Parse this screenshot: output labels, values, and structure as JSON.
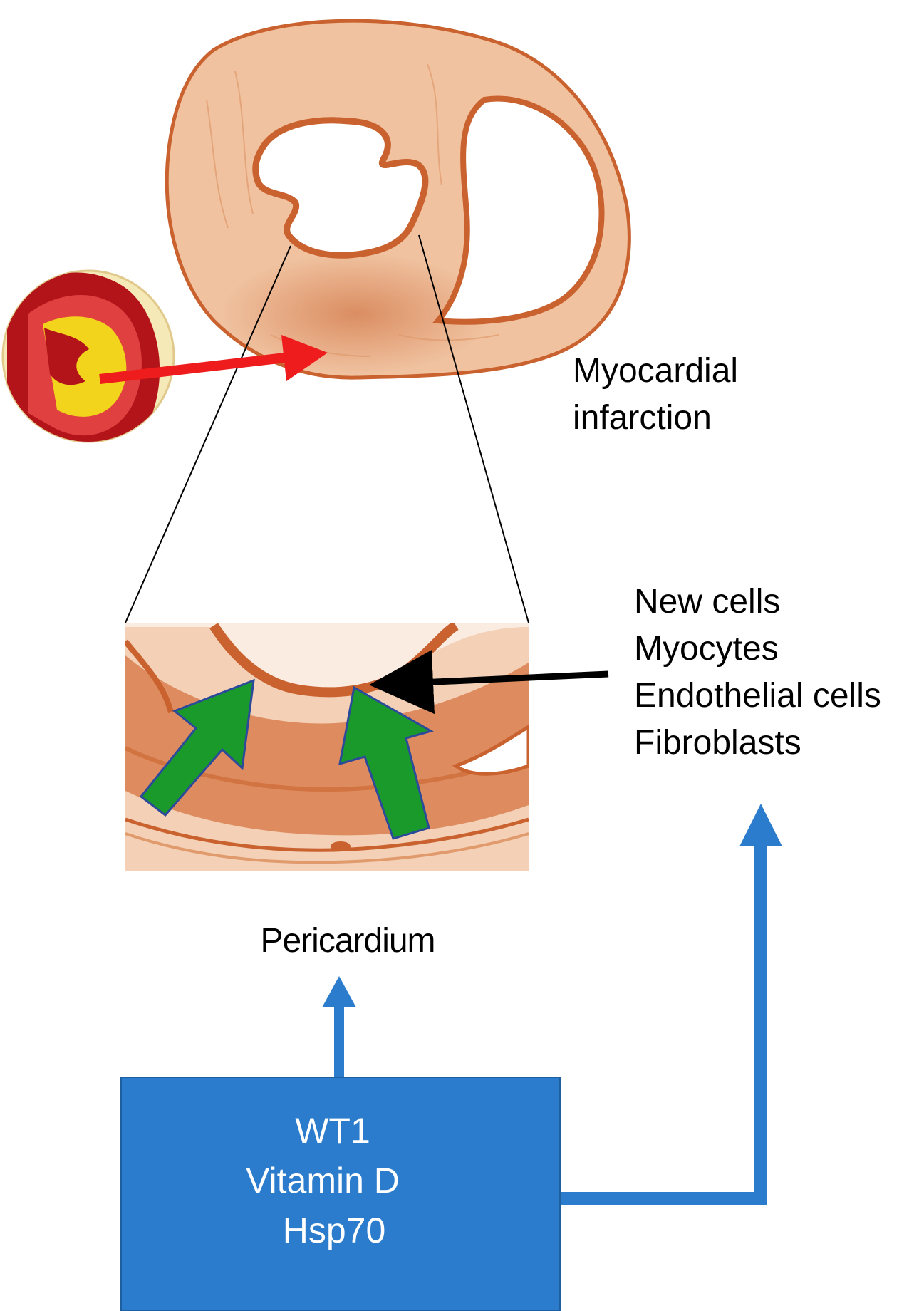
{
  "labels": {
    "myocardial_line1": "Myocardial",
    "myocardial_line2": "infarction",
    "new_cells_list": [
      "New cells",
      "Myocytes",
      "Endothelial cells",
      "Fibroblasts"
    ],
    "pericardium": "Pericardium",
    "factors_box": [
      "WT1",
      "Vitamin D",
      "Hsp70"
    ]
  },
  "colors": {
    "tissue_light": "#f0c2a0",
    "tissue_mid": "#e09a6c",
    "tissue_dark": "#c9622e",
    "infarct_arrow": "#ee1c1c",
    "regen_arrows": "#1b9a2c",
    "regen_arrow_border": "#2c4a9a",
    "flow_blue": "#2b7ccd",
    "box_text": "#ffffff",
    "vessel_red": "#b3141a",
    "vessel_bg": "#f6e9b8",
    "plaque_yellow": "#f2d41c"
  },
  "icons": {
    "artery": "occluded-artery-icon",
    "heart_section": "heart-cross-section-illustration",
    "zoom_region": "zoomed-infarct-region-illustration"
  }
}
